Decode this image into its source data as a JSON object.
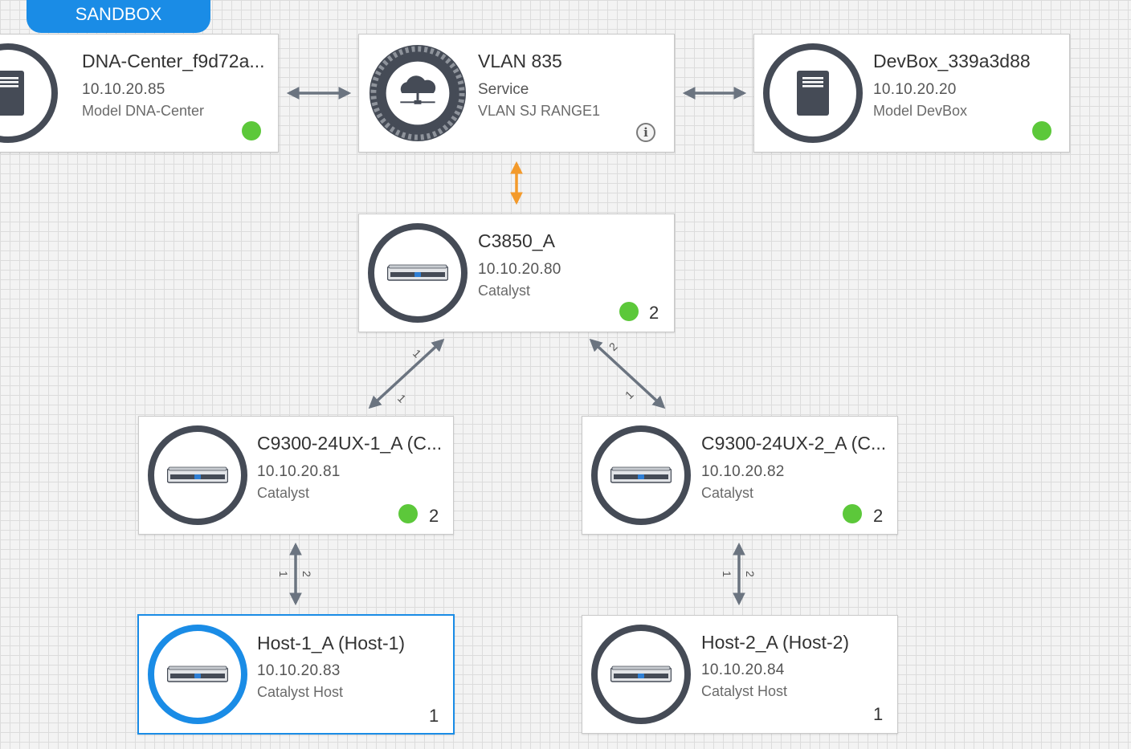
{
  "badge": {
    "label": "SANDBOX"
  },
  "colors": {
    "accent": "#1a8ce6",
    "status_ok": "#5cc83a",
    "ring": "#454b56",
    "link": "#6b7480",
    "link_highlight": "#f39a2b"
  },
  "nodes": {
    "dna_center": {
      "title": "DNA-Center_f9d72a...",
      "ip": "10.10.20.85",
      "sub": "Model DNA-Center",
      "icon": "server-icon",
      "status": "ok"
    },
    "vlan": {
      "title": "VLAN 835",
      "line1": "Service",
      "line2": "VLAN SJ RANGE1",
      "icon": "cloud-network-gear-icon",
      "info": "i"
    },
    "devbox": {
      "title": "DevBox_339a3d88",
      "ip": "10.10.20.20",
      "sub": "Model DevBox",
      "icon": "server-icon",
      "status": "ok"
    },
    "c3850": {
      "title": "C3850_A",
      "ip": "10.10.20.80",
      "sub": "Catalyst",
      "icon": "switch-icon",
      "status": "ok",
      "count": "2"
    },
    "c9300_1": {
      "title": "C9300-24UX-1_A (C...",
      "ip": "10.10.20.81",
      "sub": "Catalyst",
      "icon": "switch-icon",
      "status": "ok",
      "count": "2"
    },
    "c9300_2": {
      "title": "C9300-24UX-2_A (C...",
      "ip": "10.10.20.82",
      "sub": "Catalyst",
      "icon": "switch-icon",
      "status": "ok",
      "count": "2"
    },
    "host1": {
      "title": "Host-1_A (Host-1)",
      "ip": "10.10.20.83",
      "sub": "Catalyst Host",
      "icon": "switch-icon",
      "count": "1",
      "selected": true
    },
    "host2": {
      "title": "Host-2_A (Host-2)",
      "ip": "10.10.20.84",
      "sub": "Catalyst Host",
      "icon": "switch-icon",
      "count": "1"
    }
  },
  "links": {
    "c3850_c9300_1": {
      "port_a": "1",
      "port_b": "1"
    },
    "c3850_c9300_2": {
      "port_a": "2",
      "port_b": "1"
    },
    "c9300_1_host1": {
      "port_a": "1",
      "port_b": "2"
    },
    "c9300_2_host2": {
      "port_a": "1",
      "port_b": "2"
    }
  }
}
